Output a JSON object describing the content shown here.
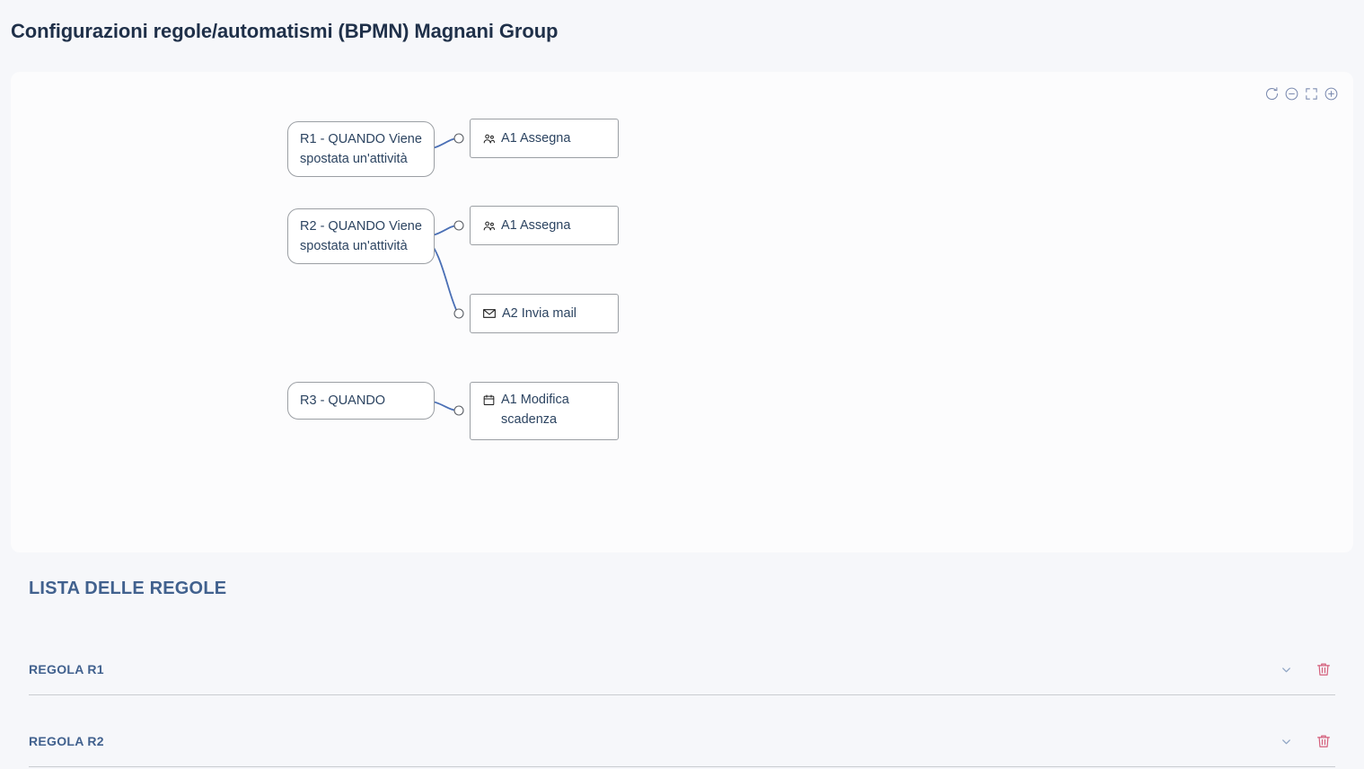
{
  "page": {
    "title": "Configurazioni regole/automatismi (BPMN) Magnani Group"
  },
  "canvas": {
    "toolbar": [
      {
        "name": "reset-view-button",
        "icon": "refresh-icon",
        "title": "Reset"
      },
      {
        "name": "zoom-out-button",
        "icon": "minus-circle-icon",
        "title": "Zoom out"
      },
      {
        "name": "fit-to-screen-button",
        "icon": "fit-screen-icon",
        "title": "Fit to screen"
      },
      {
        "name": "zoom-in-button",
        "icon": "plus-circle-icon",
        "title": "Zoom in"
      }
    ]
  },
  "diagram": {
    "nodes": [
      {
        "id": "r1",
        "type": "rule",
        "label": "R1 - QUANDO Viene spostata un'attività",
        "icon": null
      },
      {
        "id": "r1a1",
        "type": "action",
        "label": "A1 Assegna",
        "icon": "users-group-icon"
      },
      {
        "id": "r2",
        "type": "rule",
        "label": "R2 - QUANDO Viene spostata un'attività",
        "icon": null
      },
      {
        "id": "r2a1",
        "type": "action",
        "label": "A1 Assegna",
        "icon": "users-group-icon"
      },
      {
        "id": "r2a2",
        "type": "action",
        "label": "A2 Invia mail",
        "icon": "envelope-icon"
      },
      {
        "id": "r3",
        "type": "rule",
        "label": "R3 - QUANDO",
        "icon": null
      },
      {
        "id": "r3a1",
        "type": "action",
        "label": "A1 Modifica scadenza",
        "icon": "calendar-icon"
      }
    ],
    "edge_color": "#4a6fb5"
  },
  "rules_list": {
    "heading": "LISTA DELLE REGOLE",
    "rows": [
      {
        "name": "REGOLA R1",
        "expand_icon": "chevron-down-icon",
        "delete_icon": "trash-icon"
      },
      {
        "name": "REGOLA R2",
        "expand_icon": "chevron-down-icon",
        "delete_icon": "trash-icon"
      }
    ]
  },
  "colors": {
    "page_bg": "#f6f7fa",
    "card_bg": "#fcfcfd",
    "title": "#1f3049",
    "accent": "#41618e",
    "edge": "#4a6fb5",
    "danger": "#d4607c",
    "node_border": "#9b9fa4"
  }
}
